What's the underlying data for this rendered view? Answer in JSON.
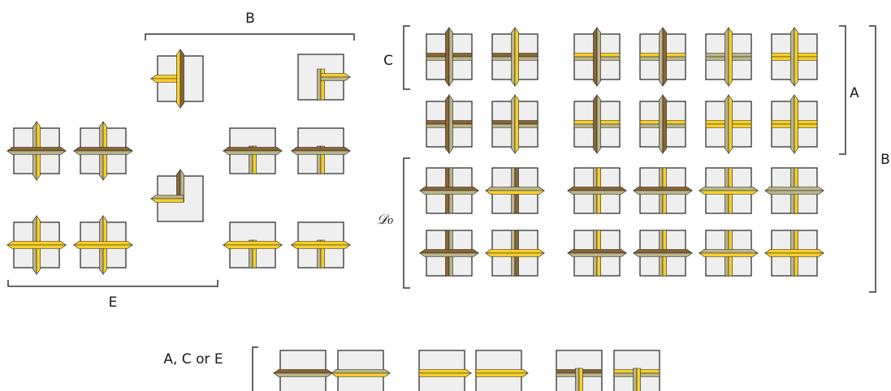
{
  "labels": {
    "B_top": "B",
    "B_right": "B",
    "A": "A",
    "C": "C",
    "D0": "𝒟₀",
    "E": "E",
    "bottom_prefix": "A, C or E"
  },
  "colors": {
    "tile_fill": "#efefef",
    "tile_stroke": "#222222",
    "yellow": "#f7cf2a",
    "olive": "#b9b58a",
    "brown": "#8a6434",
    "bracket": "#333333"
  }
}
